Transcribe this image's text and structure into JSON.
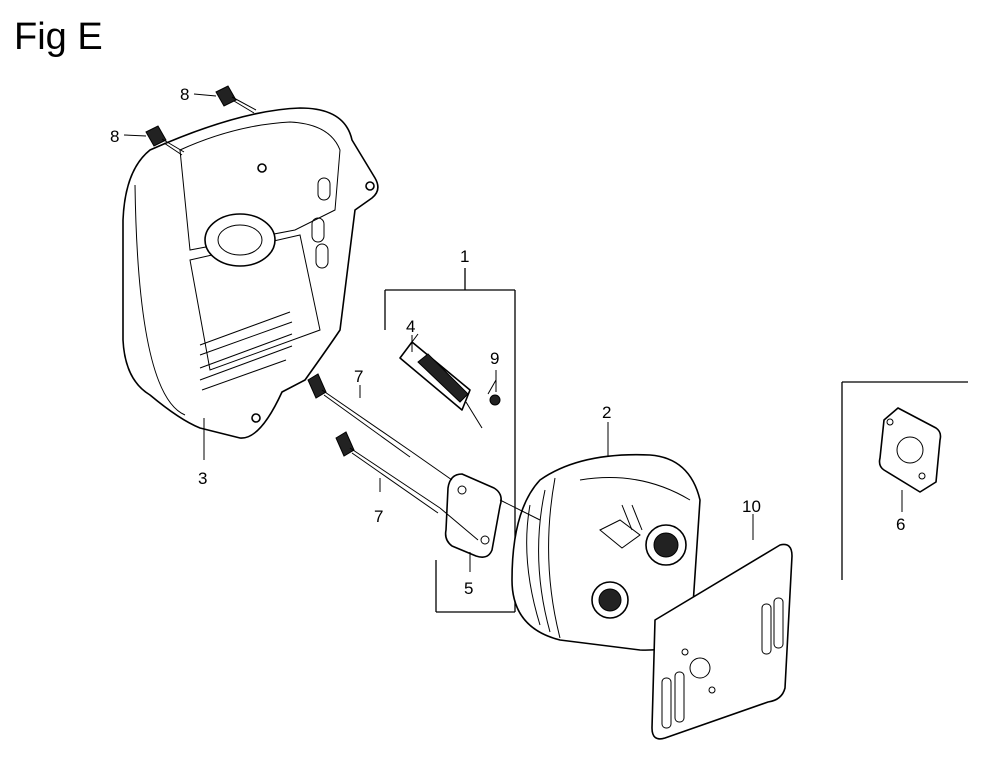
{
  "figure": {
    "title": "Fig E"
  },
  "callouts": [
    {
      "id": "label-8-top",
      "text": "8"
    },
    {
      "id": "label-8-left",
      "text": "8"
    },
    {
      "id": "label-3",
      "text": "3"
    },
    {
      "id": "label-1",
      "text": "1"
    },
    {
      "id": "label-4",
      "text": "4"
    },
    {
      "id": "label-9",
      "text": "9"
    },
    {
      "id": "label-7-upper",
      "text": "7"
    },
    {
      "id": "label-7-lower",
      "text": "7"
    },
    {
      "id": "label-5",
      "text": "5"
    },
    {
      "id": "label-2",
      "text": "2"
    },
    {
      "id": "label-10",
      "text": "10"
    },
    {
      "id": "label-6",
      "text": "6"
    }
  ]
}
